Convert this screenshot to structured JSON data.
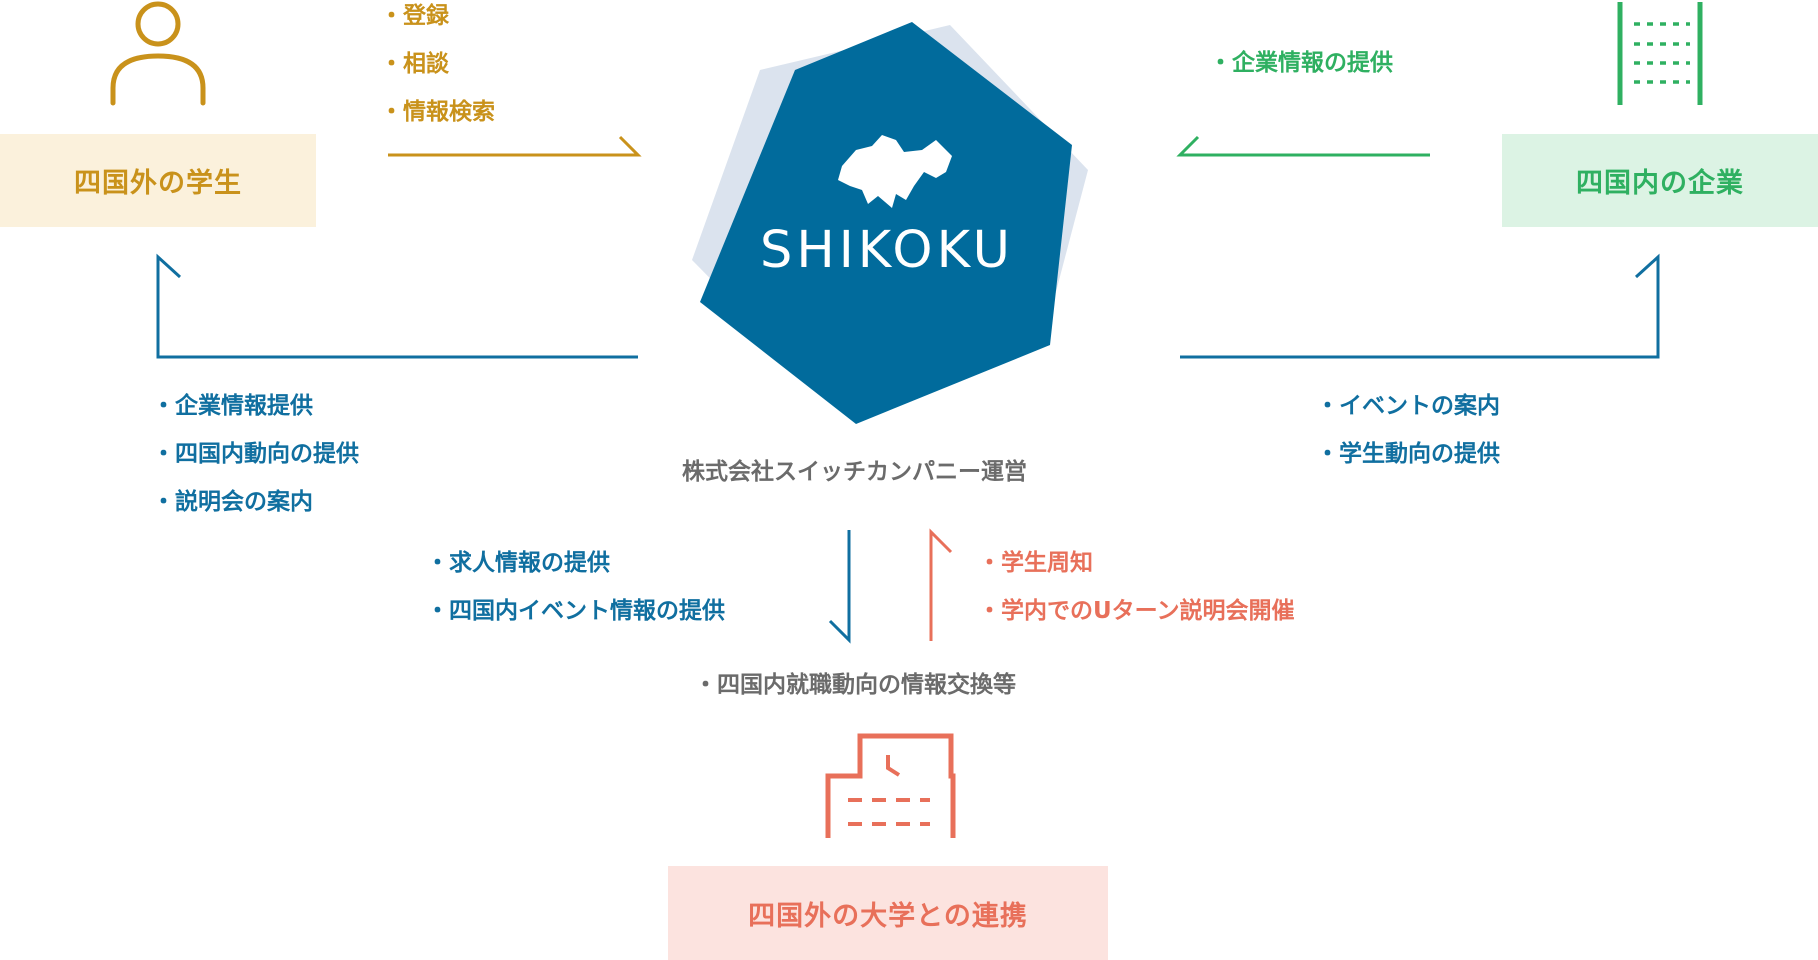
{
  "logo": {
    "text": "SHIKOKU",
    "operator": "株式会社スイッチカンパニー運営"
  },
  "student": {
    "label": "四国外の学生",
    "to_center": [
      "登録",
      "相談",
      "情報検索"
    ]
  },
  "company": {
    "label": "四国内の企業",
    "to_center": [
      "企業情報の提供"
    ]
  },
  "university": {
    "label": "四国外の大学との連携"
  },
  "center_to_student": [
    "企業情報提供",
    "四国内動向の提供",
    "説明会の案内"
  ],
  "center_to_company": [
    "イベントの案内",
    "学生動向の提供"
  ],
  "center_to_university": [
    "求人情報の提供",
    "四国内イベント情報の提供"
  ],
  "university_to_center": [
    "学生周知",
    "学内でのUターン説明会開催"
  ],
  "mutual": "四国内就職動向の情報交換等",
  "colors": {
    "student": "#c9921b",
    "company": "#2fb061",
    "center": "#106fa0",
    "university": "#e8705a",
    "logo_bg": "#016b9c",
    "logo_shadow": "#dbe3ee"
  }
}
